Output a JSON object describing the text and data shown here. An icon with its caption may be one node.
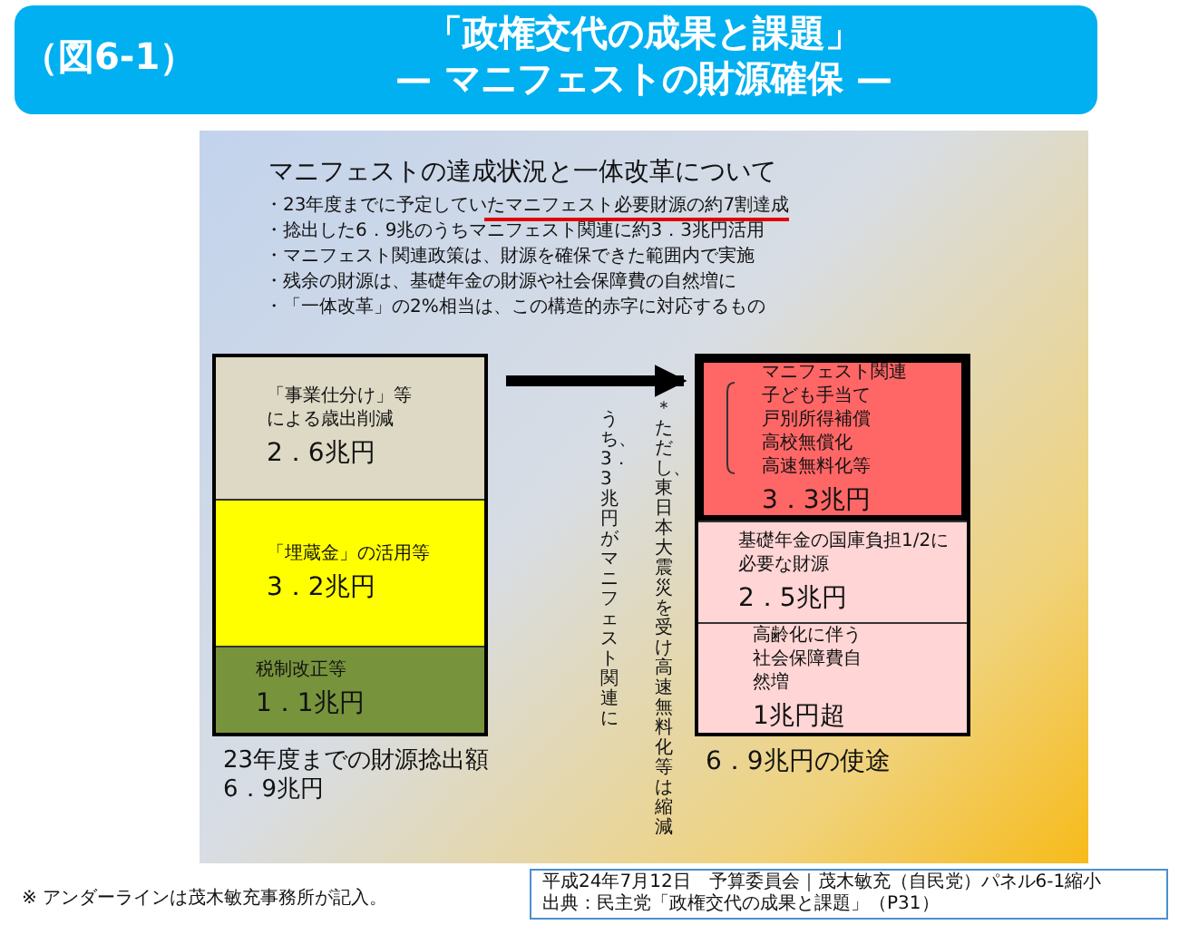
{
  "diagram": {
    "title": "「政権交代の成果と課題」",
    "nodes": [
      {
        "text": [
          "23年度までの財源捻出額",
          "6．9兆円"
        ]
      },
      {
        "text": [
          "「事業仕分け」等による歳出削減",
          "2．6兆円"
        ],
        "in": 0
      },
      {
        "text": [
          "「埋蔵金」の活用等",
          "3．2兆円"
        ],
        "in": 0
      },
      {
        "text": [
          "税制改正等",
          "1．1兆円"
        ],
        "in": 0
      },
      {
        "text": [
          "6．9兆円の使途"
        ]
      },
      {
        "text": [
          "マニフェスト関連",
          "子ども手当て",
          "戸別所得補償",
          "高校無償化",
          "高速無料化等",
          "3．3兆円"
        ],
        "in": 4
      },
      {
        "text": [
          "基礎年金の国庫負担1/2に必要な財源",
          "2．5兆円"
        ],
        "in": 4
      },
      {
        "text": [
          "高齢化に伴う社会保障費自然増",
          "1兆円超"
        ],
        "in": 4
      }
    ],
    "edges": [
      {
        "from": 0,
        "to": 4,
        "arrow": "to"
      }
    ],
    "labels": [
      "（図6-1）",
      "— マニフェストの財源確保 —",
      "マニフェストの達成状況と一体改革について",
      "・23年度までに予定していたマニフェスト必要財源の約7割達成",
      "・捻出した6．9兆のうちマニフェスト関連に約3．3兆円活用",
      "・マニフェスト関連政策は、財源を確保できた範囲内で実施",
      "・残余の財源は、基礎年金の財源や社会保障費の自然増に",
      "・「一体改革」の2%相当は、この構造的赤字に対応するもの",
      "うち、3．3兆円がマニフェスト関連に",
      "＊ただし、東日本大震災を受け高速無料化等は縮減",
      "※ アンダーラインは茂木敏充事務所が記入。",
      "平成24年7月12日　予算委員会｜茂木敏充（自民党）パネル6-1縮小",
      "出典：民主党「政権交代の成果と課題」（P31）"
    ]
  }
}
